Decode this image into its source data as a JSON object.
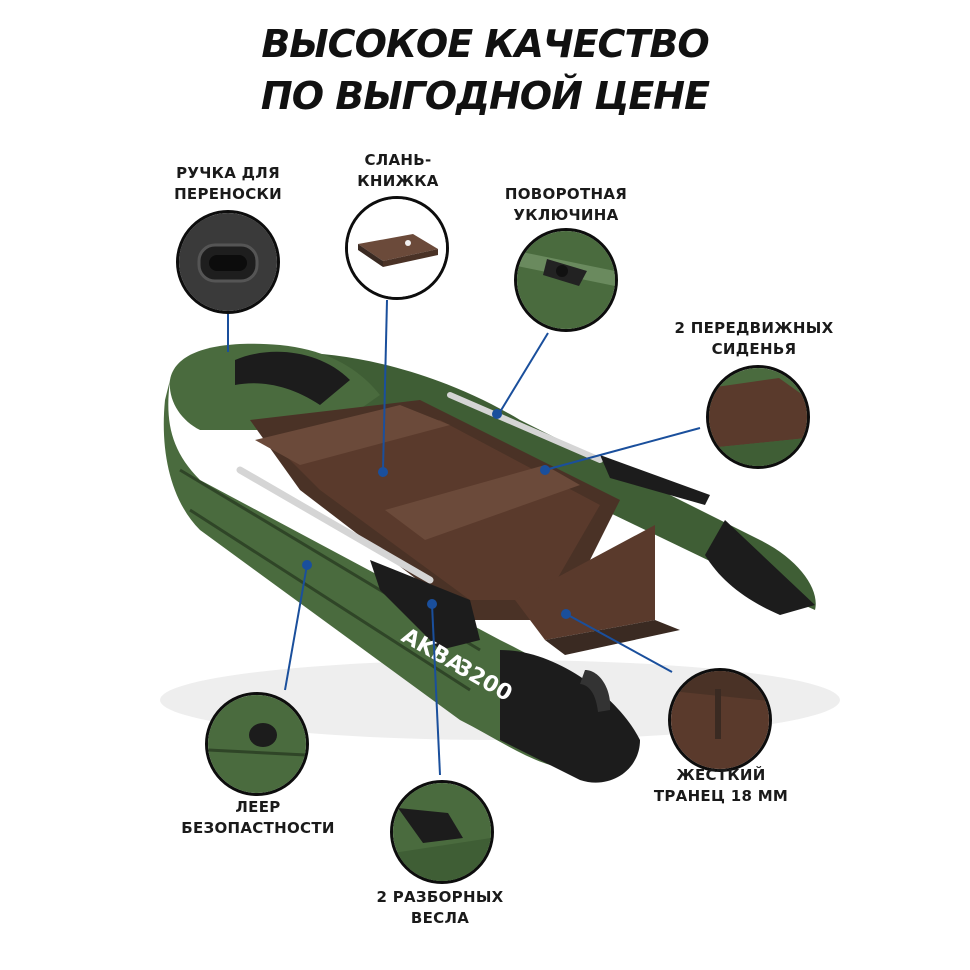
{
  "headline": {
    "line1": "ВЫСОКОЕ КАЧЕСТВО",
    "line2": "ПО ВЫГОДНОЙ ЦЕНЕ"
  },
  "features": [
    {
      "id": "handle",
      "line1": "РУЧКА ДЛЯ",
      "line2": "ПЕРЕНОСКИ"
    },
    {
      "id": "floor",
      "line1": "СЛАНЬ-",
      "line2": "КНИЖКА"
    },
    {
      "id": "oarlock",
      "line1": "ПОВОРОТНАЯ",
      "line2": "УКЛЮЧИНА"
    },
    {
      "id": "seats",
      "line1": "2 ПЕРЕДВИЖНЫХ",
      "line2": "СИДЕНЬЯ"
    },
    {
      "id": "transom",
      "line1": "ЖЕСТКИЙ",
      "line2": "ТРАНЕЦ 18 ММ"
    },
    {
      "id": "oars",
      "line1": "2 РАЗБОРНЫХ",
      "line2": "ВЕСЛА"
    },
    {
      "id": "lifeline",
      "line1": "ЛЕЕР",
      "line2": "БЕЗОПАСТНОСТИ"
    }
  ],
  "boat": {
    "brand": "AKBA",
    "model": "3200"
  },
  "colors": {
    "hull": "#4a6b3e",
    "hull_dark": "#3a5530",
    "rubber": "#1c1c1c",
    "floor": "#5a3a2c",
    "leader": "#1a4f9c"
  }
}
